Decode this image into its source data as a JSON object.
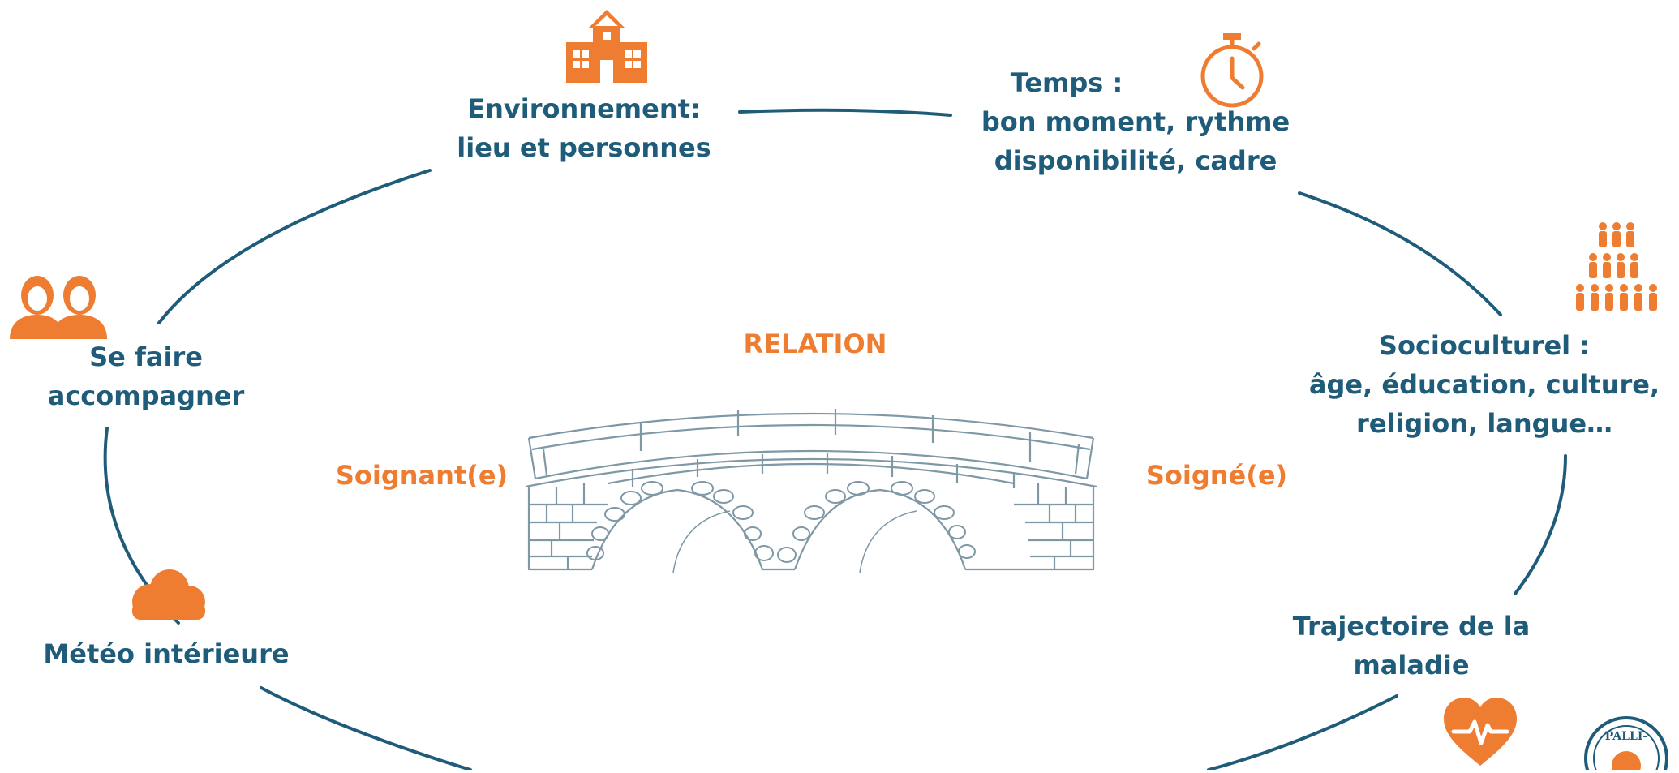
{
  "center": {
    "title": "RELATION",
    "left": "Soignant(e)",
    "right": "Soigné(e)"
  },
  "nodes": {
    "environnement": {
      "line1": "Environnement:",
      "line2": "lieu et personnes",
      "icon": "school-building-icon"
    },
    "temps": {
      "line1": "Temps :",
      "line2": "bon moment, rythme",
      "line3": "disponibilité, cadre",
      "icon": "stopwatch-icon"
    },
    "socioculturel": {
      "line1": "Socioculturel :",
      "line2": "âge, éducation, culture,",
      "line3": "religion, langue…",
      "icon": "crowd-icon"
    },
    "trajectoire": {
      "line1": "Trajectoire de la",
      "line2": "maladie",
      "icon": "heartbeat-icon"
    },
    "meteo": {
      "line1": "Météo intérieure",
      "icon": "cloud-icon"
    },
    "accompagner": {
      "line1": "Se faire",
      "line2": "accompagner",
      "icon": "two-people-icon"
    }
  },
  "logo": {
    "text": "PALLI-",
    "icon": "palli-logo-icon"
  },
  "colors": {
    "blue": "#1f5c7a",
    "orange": "#ee7d31",
    "bridge": "#7f98a6"
  }
}
